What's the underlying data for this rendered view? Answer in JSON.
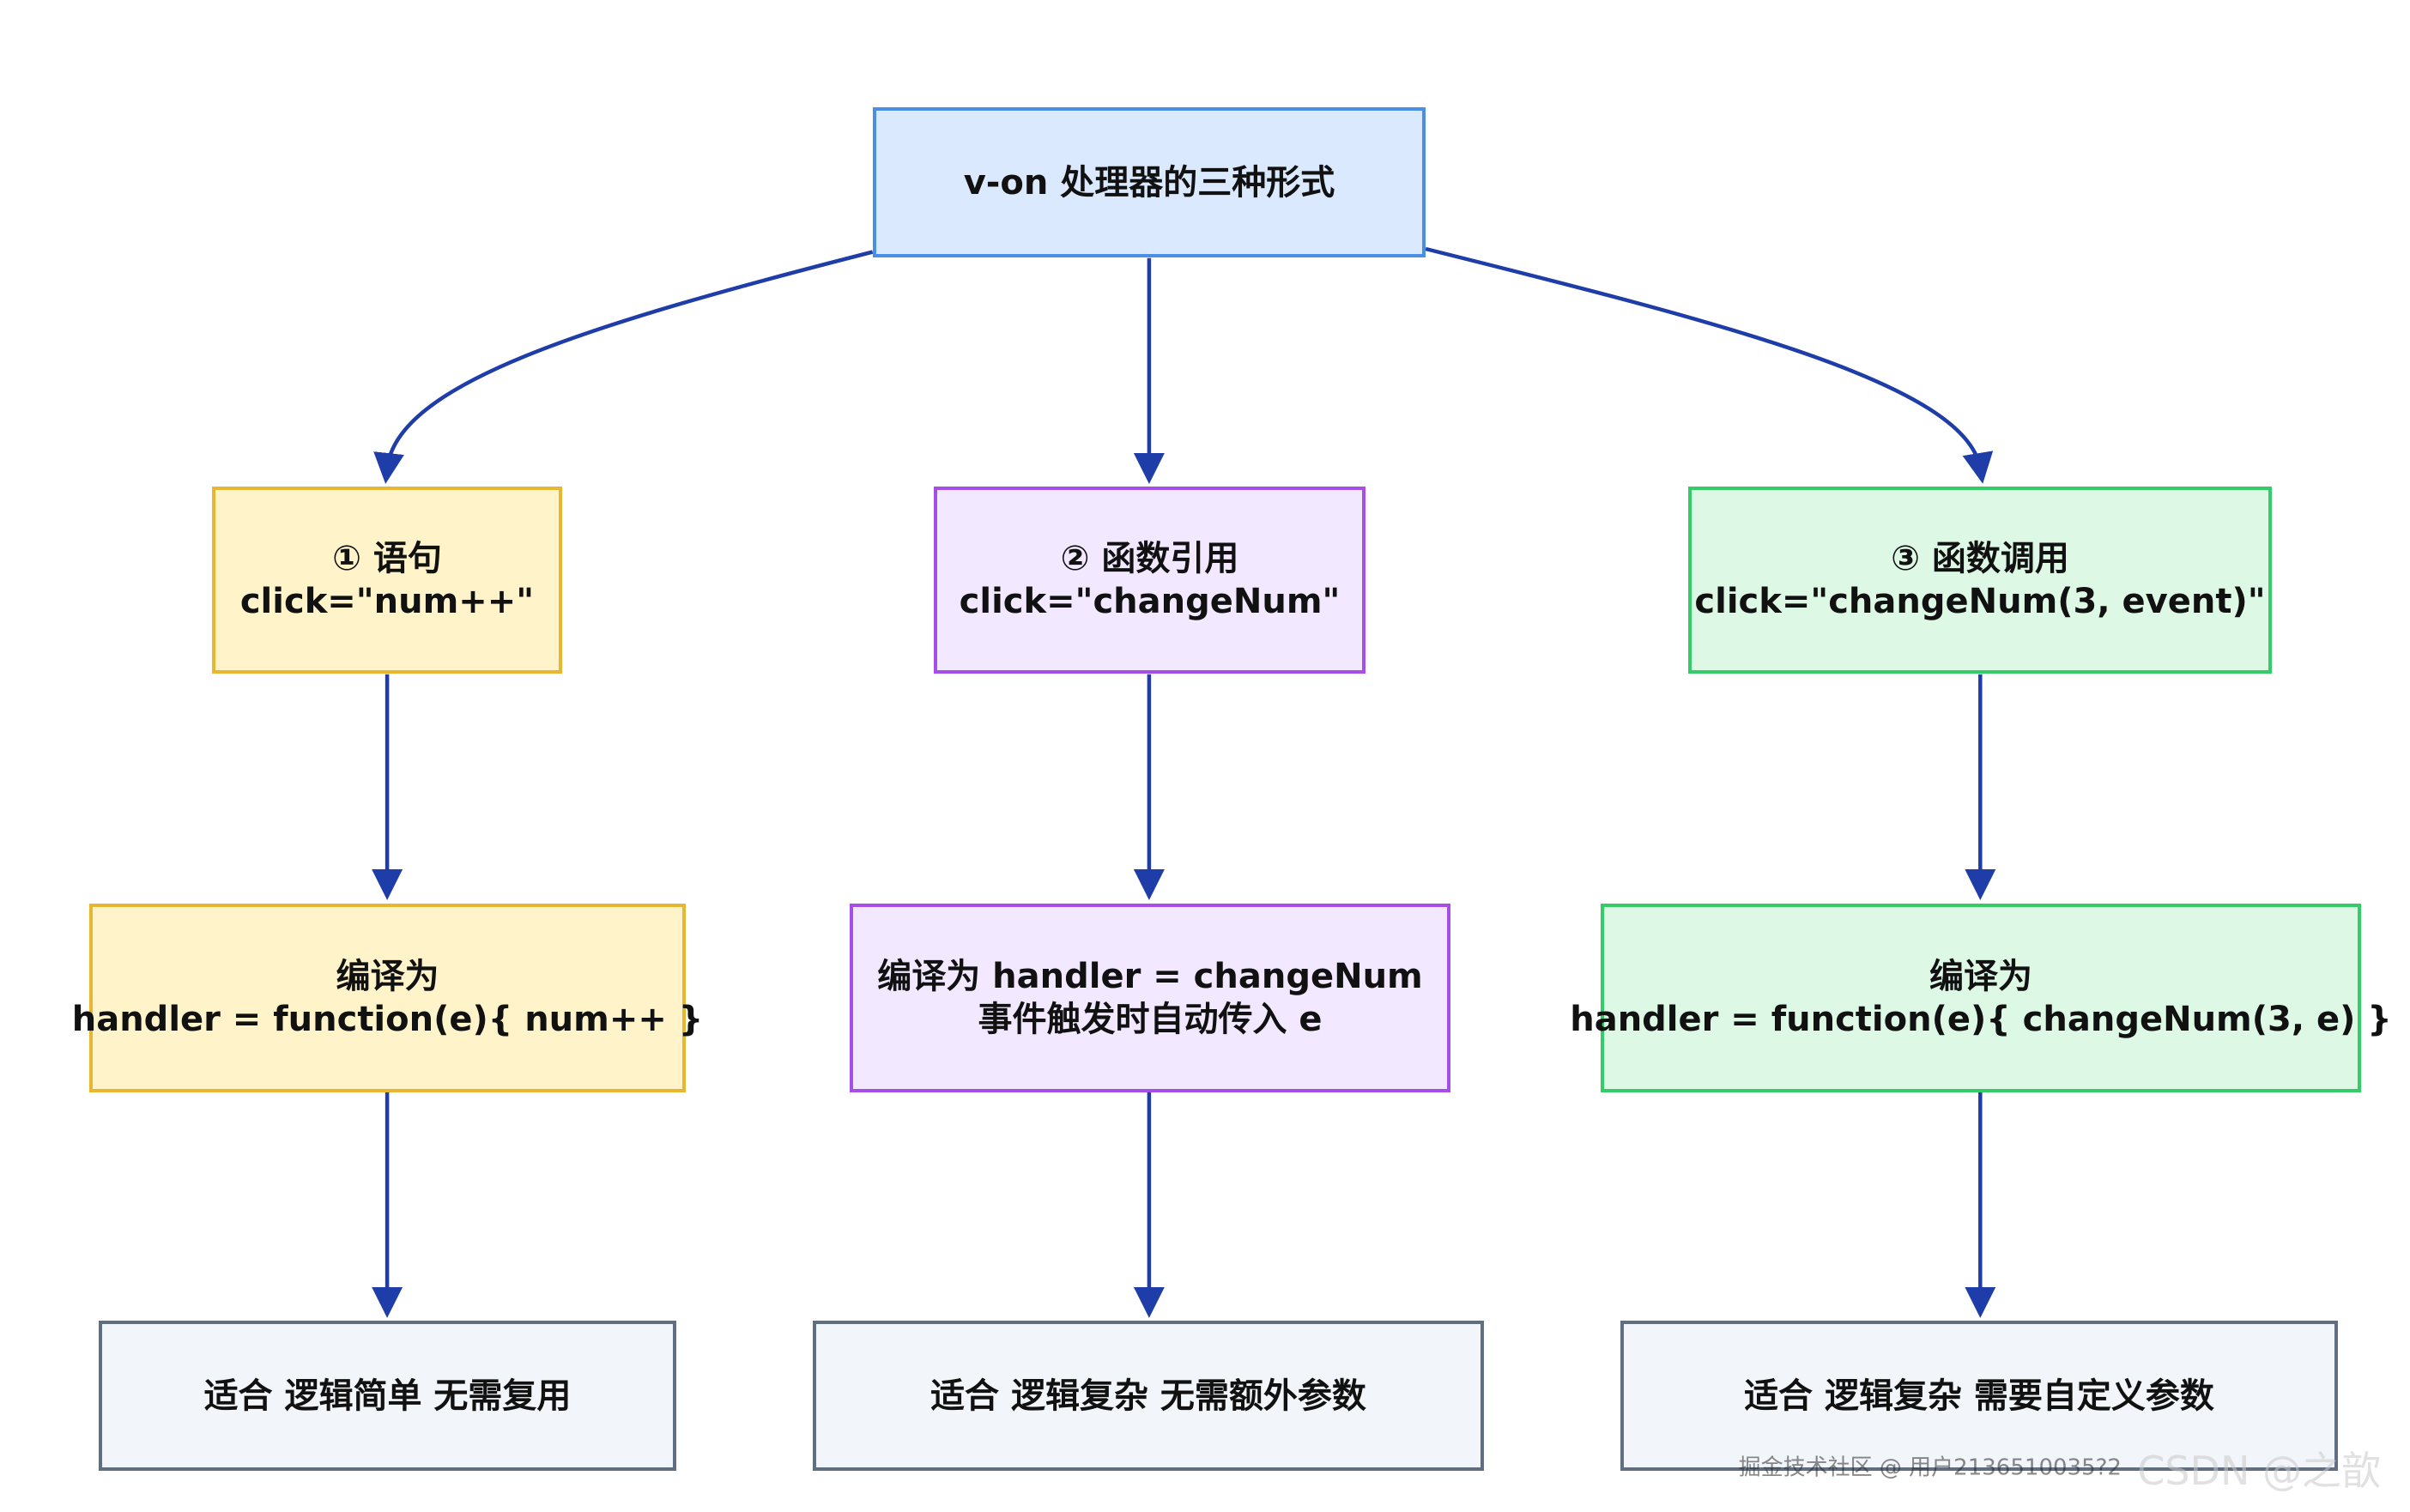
{
  "colors": {
    "arrow": "#1f3da8",
    "root": {
      "fill": "#dbe9ff",
      "stroke": "#4a8fe6"
    },
    "yellow": {
      "fill": "#fff4c9",
      "stroke": "#e8b630"
    },
    "purple": {
      "fill": "#f2e8ff",
      "stroke": "#a64ee6"
    },
    "green": {
      "fill": "#ddf9e6",
      "stroke": "#33cc66"
    },
    "gray": {
      "fill": "#f2f5f9",
      "stroke": "#5f6e80"
    }
  },
  "root": {
    "line1": "v-on 处理器的三种形式"
  },
  "branches": [
    {
      "form": {
        "line1": "① 语句",
        "line2": "click=\"num++\""
      },
      "compile": {
        "line1": "编译为",
        "line2": "handler = function(e){ num++ }"
      },
      "usage": {
        "line1": "适合 逻辑简单 无需复用"
      }
    },
    {
      "form": {
        "line1": "② 函数引用",
        "line2": "click=\"changeNum\""
      },
      "compile": {
        "line1": "编译为 handler = changeNum",
        "line2": "事件触发时自动传入 e"
      },
      "usage": {
        "line1": "适合 逻辑复杂 无需额外参数"
      }
    },
    {
      "form": {
        "line1": "③ 函数调用",
        "line2": "click=\"changeNum(3, event)\""
      },
      "compile": {
        "line1": "编译为",
        "line2": "handler = function(e){ changeNum(3, e) }"
      },
      "usage": {
        "line1": "适合 逻辑复杂 需要自定义参数"
      }
    }
  ],
  "watermark": {
    "text": "掘金技术社区 @ 用户2136510035?2",
    "brand": "CSDN @之歆"
  }
}
